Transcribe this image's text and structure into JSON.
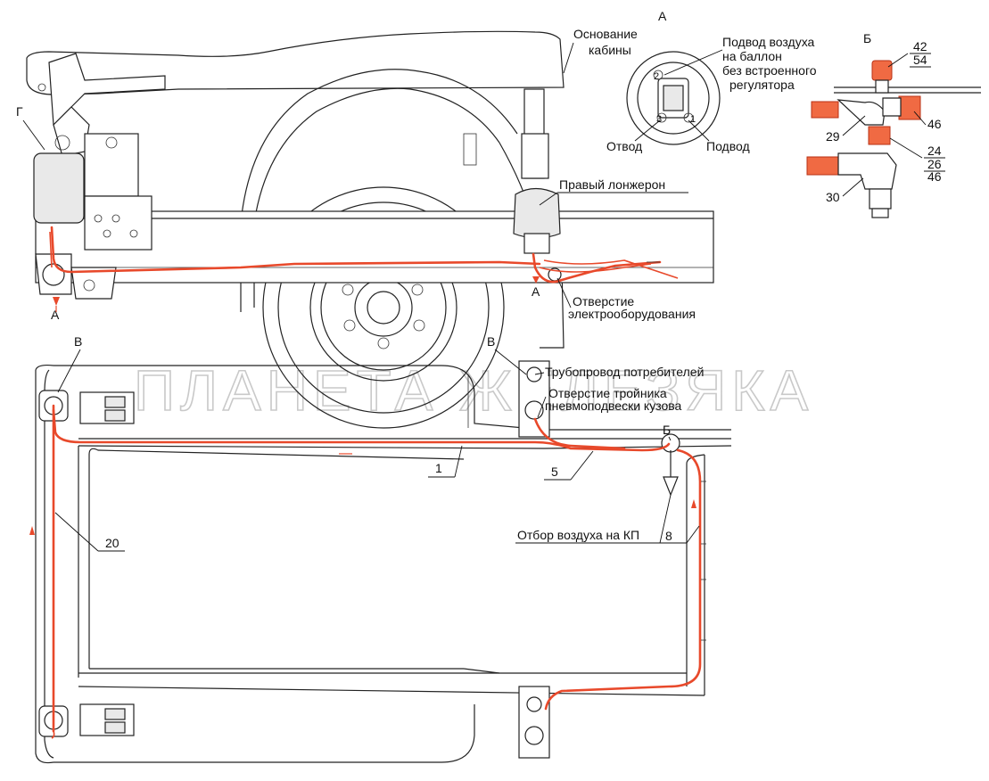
{
  "labels": {
    "cab_base": [
      "Основание",
      "кабины"
    ],
    "view_a": "А",
    "view_b": "Б",
    "air_supply": [
      "Подвод воздуха",
      "на баллон",
      "без встроенного",
      "регулятора"
    ],
    "outlet": "Отвод",
    "inlet": "Подвод",
    "right_spar": "Правый лонжерон",
    "electrical_hole": [
      "Отверстие",
      "электрооборудования"
    ],
    "consumer_pipeline": "Трубопровод потребителей",
    "tee_hole": [
      "Отверстие тройника",
      "пневмоподвески кузова"
    ],
    "air_take_off": "Отбор воздуха на КП",
    "g": "Г",
    "a_arrow_left": "А",
    "a_arrow_right": "А",
    "v_left": "В",
    "v_right": "В",
    "b_small": "Б"
  },
  "numbers": {
    "n42": "42",
    "n54": "54",
    "n46a": "46",
    "n29": "29",
    "n24": "24",
    "n26": "26",
    "n46b": "46",
    "n30": "30",
    "n1": "1",
    "n5": "5",
    "n8": "8",
    "n20": "20"
  },
  "valve_numbers": {
    "v2": "2",
    "v3": "3",
    "v1": "1"
  },
  "watermark": "ПЛАНЕТА ЖЕЛЕЗЯКА",
  "colors": {
    "pipe": "#e8492b",
    "line": "#222222",
    "watermark": "#c9c9c9"
  }
}
